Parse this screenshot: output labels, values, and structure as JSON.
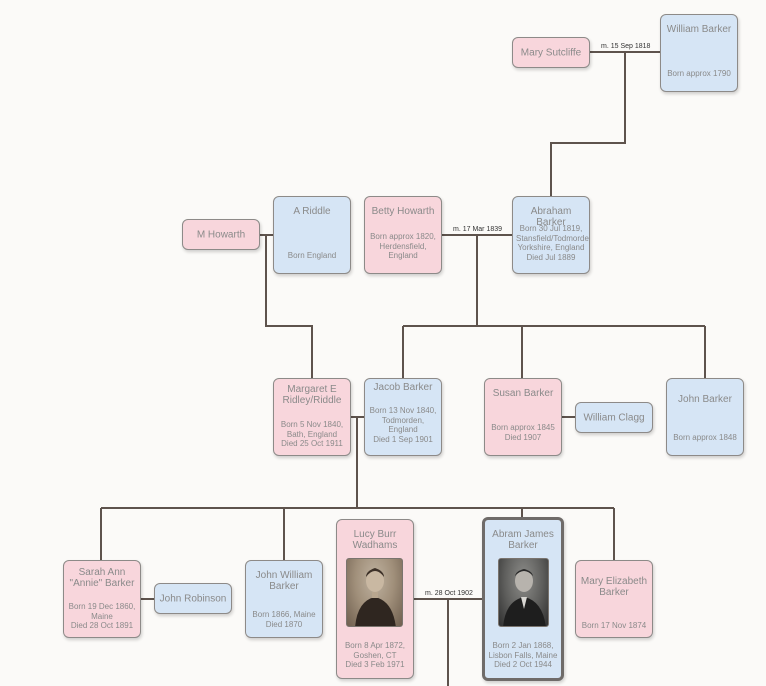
{
  "people": {
    "mary_sutcliffe": {
      "name": "Mary Sutcliffe"
    },
    "william_barker": {
      "name": "William Barker",
      "details": [
        "Born approx 1790"
      ]
    },
    "m_howarth": {
      "name": "M Howarth"
    },
    "a_riddle": {
      "name": "A Riddle",
      "details": [
        "Born England"
      ]
    },
    "betty_howarth": {
      "name": "Betty Howarth",
      "details": [
        "Born approx 1820,",
        "Herdensfield,",
        "England"
      ]
    },
    "abraham_barker": {
      "name": "Abraham Barker",
      "details": [
        "Born 30 Jul 1819,",
        "Stansfield/Todmorden,",
        "Yorkshire, England",
        "Died Jul 1889"
      ]
    },
    "margaret_ridley": {
      "name": "Margaret E Ridley/Riddle",
      "details": [
        "Born 5 Nov 1840,",
        "Bath, England",
        "Died 25 Oct 1911"
      ]
    },
    "jacob_barker": {
      "name": "Jacob Barker",
      "details": [
        "Born 13 Nov 1840,",
        "Todmorden,",
        "England",
        "Died 1 Sep 1901"
      ]
    },
    "susan_barker": {
      "name": "Susan Barker",
      "details": [
        "Born approx 1845",
        "Died 1907"
      ]
    },
    "william_clagg": {
      "name": "William Clagg"
    },
    "john_barker": {
      "name": "John Barker",
      "details": [
        "Born approx 1848"
      ]
    },
    "sarah_ann_barker": {
      "name": "Sarah Ann \"Annie\" Barker",
      "details": [
        "Born 19 Dec 1860,",
        "Maine",
        "Died 28 Oct 1891"
      ]
    },
    "john_robinson": {
      "name": "John Robinson"
    },
    "john_william_barker": {
      "name": "John William Barker",
      "details": [
        "Born 1866, Maine",
        "Died 1870"
      ]
    },
    "lucy_burr_wadhams": {
      "name": "Lucy Burr Wadhams",
      "details": [
        "Born 8 Apr 1872,",
        "Goshen, CT",
        "Died 3 Feb 1971"
      ]
    },
    "abram_james_barker": {
      "name": "Abram James Barker",
      "details": [
        "Born 2 Jan 1868,",
        "Lisbon Falls, Maine",
        "Died 2 Oct 1944"
      ]
    },
    "mary_elizabeth_barker": {
      "name": "Mary Elizabeth Barker",
      "details": [
        "Born 17 Nov 1874"
      ]
    }
  },
  "marriages": {
    "william_mary": "m. 15 Sep 1818",
    "abraham_betty": "m. 17 Mar 1839",
    "abram_lucy": "m. 28 Oct 1902"
  },
  "colors": {
    "male": "#d6e5f5",
    "female": "#f8d6dc",
    "line": "#5e534d"
  }
}
